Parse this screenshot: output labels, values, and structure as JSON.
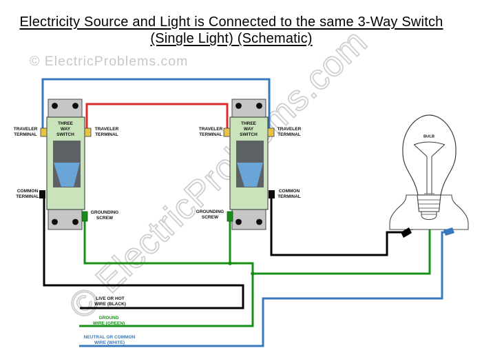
{
  "title": {
    "line1": "Electricity Source and Light is Connected to the same 3-Way Switch",
    "line2": "(Single Light) (Schematic)"
  },
  "watermarks": {
    "header": "© ElectricProblems.com",
    "diagonal": "© ElectricProblems.com"
  },
  "labels": {
    "three_way_switch": "THREE\nWAY\nSWITCH",
    "traveler_terminal": "TRAVELER\nTERMINAL",
    "common_terminal": "COMMON\nTERMINAL",
    "grounding_screw": "GROUNDING\nSCREW",
    "bulb": "BULB",
    "live_wire": "LIVE OR HOT\nWIRE (BLACK)",
    "ground_wire": "GROUND\nWIRE (GREEN)",
    "neutral_wire": "NEUTRAL OR COMMON\nWIRE (WHITE)"
  },
  "colors": {
    "hot_wire": "#000000",
    "traveler_wire": "#dd2b2b",
    "neutral_wire": "#3879bd",
    "ground_wire": "#159015",
    "switch_body": "#c9e3ba",
    "mounting_plate": "#c6c6c6",
    "switch_recess": "#5e6266",
    "toggle": "#6aa5d8",
    "terminal_screw": "#e5c349"
  }
}
